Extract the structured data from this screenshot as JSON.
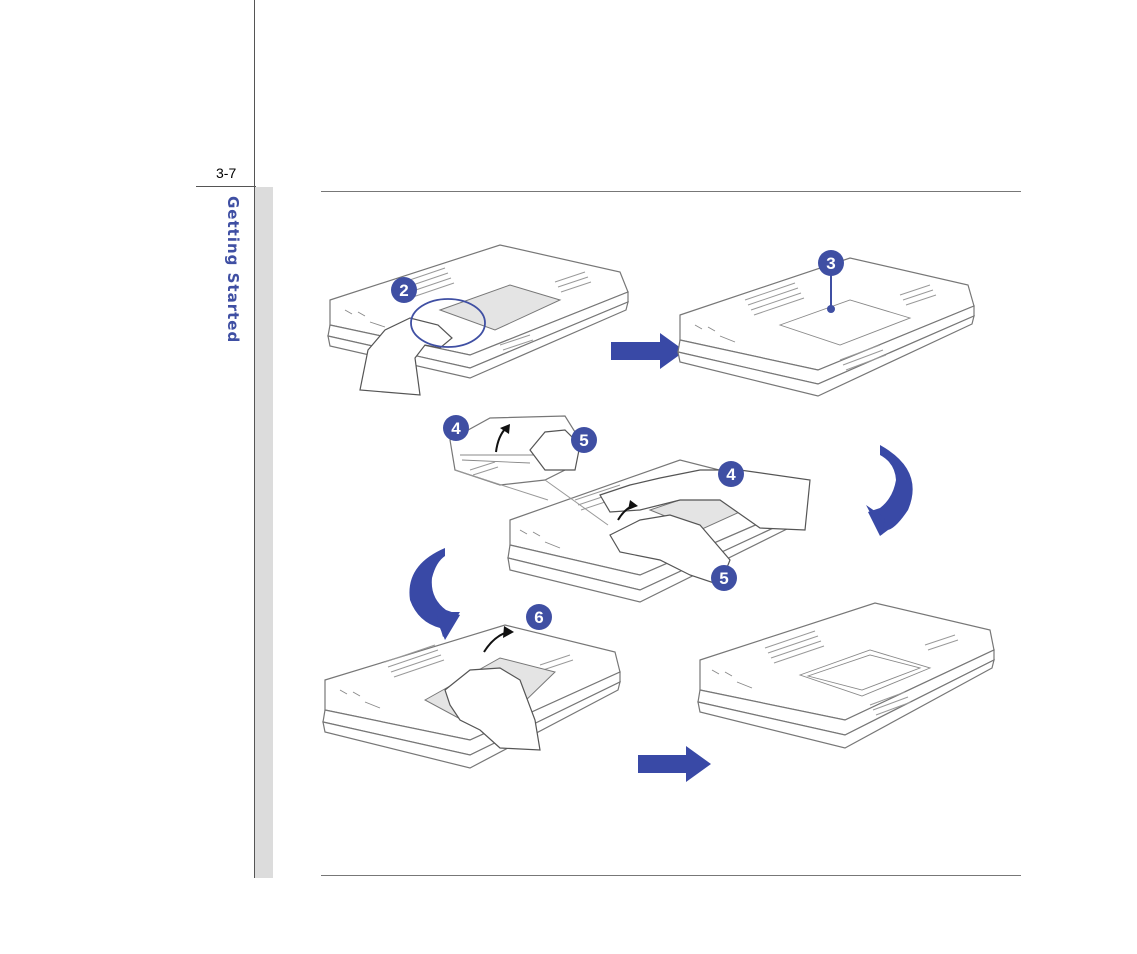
{
  "page": {
    "number": "3-7",
    "section_title": "Getting Started"
  },
  "steps": {
    "s2": "2",
    "s3": "3",
    "s4a": "4",
    "s5a": "5",
    "s4b": "4",
    "s5b": "5",
    "s6": "6"
  },
  "colors": {
    "accent": "#3f4fa3",
    "arrow": "#3949a6",
    "sidebar": "#dcdcdc"
  }
}
